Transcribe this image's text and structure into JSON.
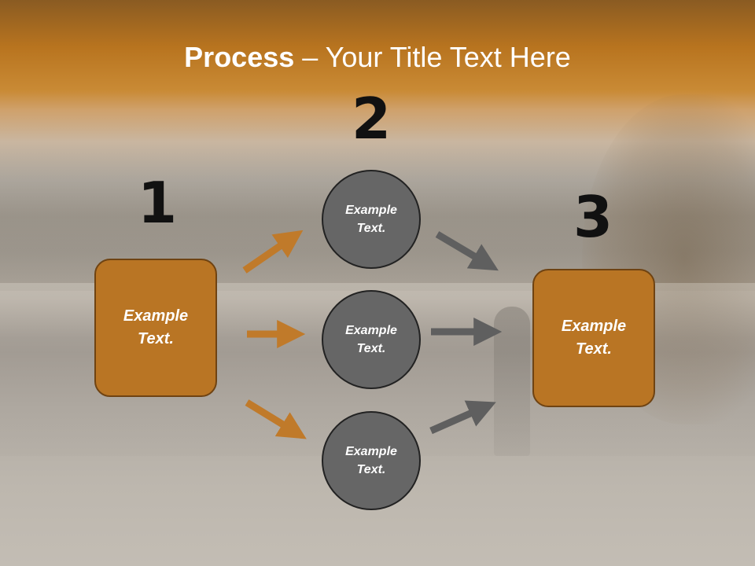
{
  "slide": {
    "title_bold": "Process",
    "title_rest": " – Your Title Text Here",
    "step_numbers": [
      "1",
      "2",
      "3"
    ],
    "box_left_text": "Example Text.",
    "box_right_text": "Example Text.",
    "circles": [
      "Example Text.",
      "Example Text.",
      "Example Text."
    ]
  },
  "colors": {
    "orange_box": "#b97524",
    "orange_arrow": "#c07a2a",
    "gray_circle": "#666666",
    "gray_arrow": "#5f5f5f"
  }
}
